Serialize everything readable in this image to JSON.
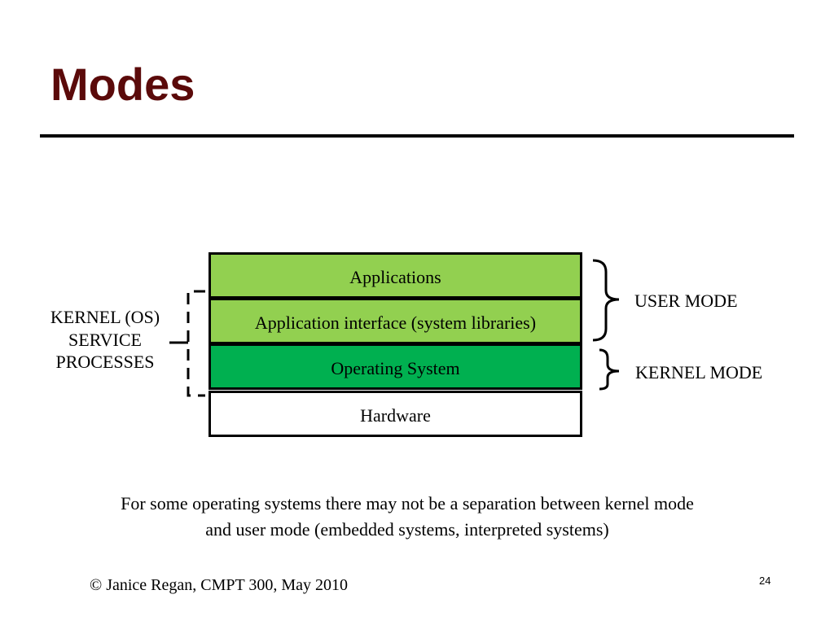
{
  "slide": {
    "title": "Modes",
    "layers": {
      "applications": "Applications",
      "app_interface": "Application interface (system libraries)",
      "operating_system": "Operating System",
      "hardware": "Hardware"
    },
    "labels": {
      "kernel_service_line1": "KERNEL (OS)",
      "kernel_service_line2": "SERVICE",
      "kernel_service_line3": "PROCESSES",
      "user_mode": "USER MODE",
      "kernel_mode": "KERNEL MODE"
    },
    "note_line1": "For some operating systems there may not be a separation between kernel mode",
    "note_line2": "and user mode (embedded systems, interpreted systems)",
    "footer": "© Janice Regan, CMPT 300, May 2010",
    "page_number": "24"
  },
  "colors": {
    "title": "#5b0a0a",
    "layer_light_green": "#92d050",
    "layer_green": "#00b050"
  }
}
